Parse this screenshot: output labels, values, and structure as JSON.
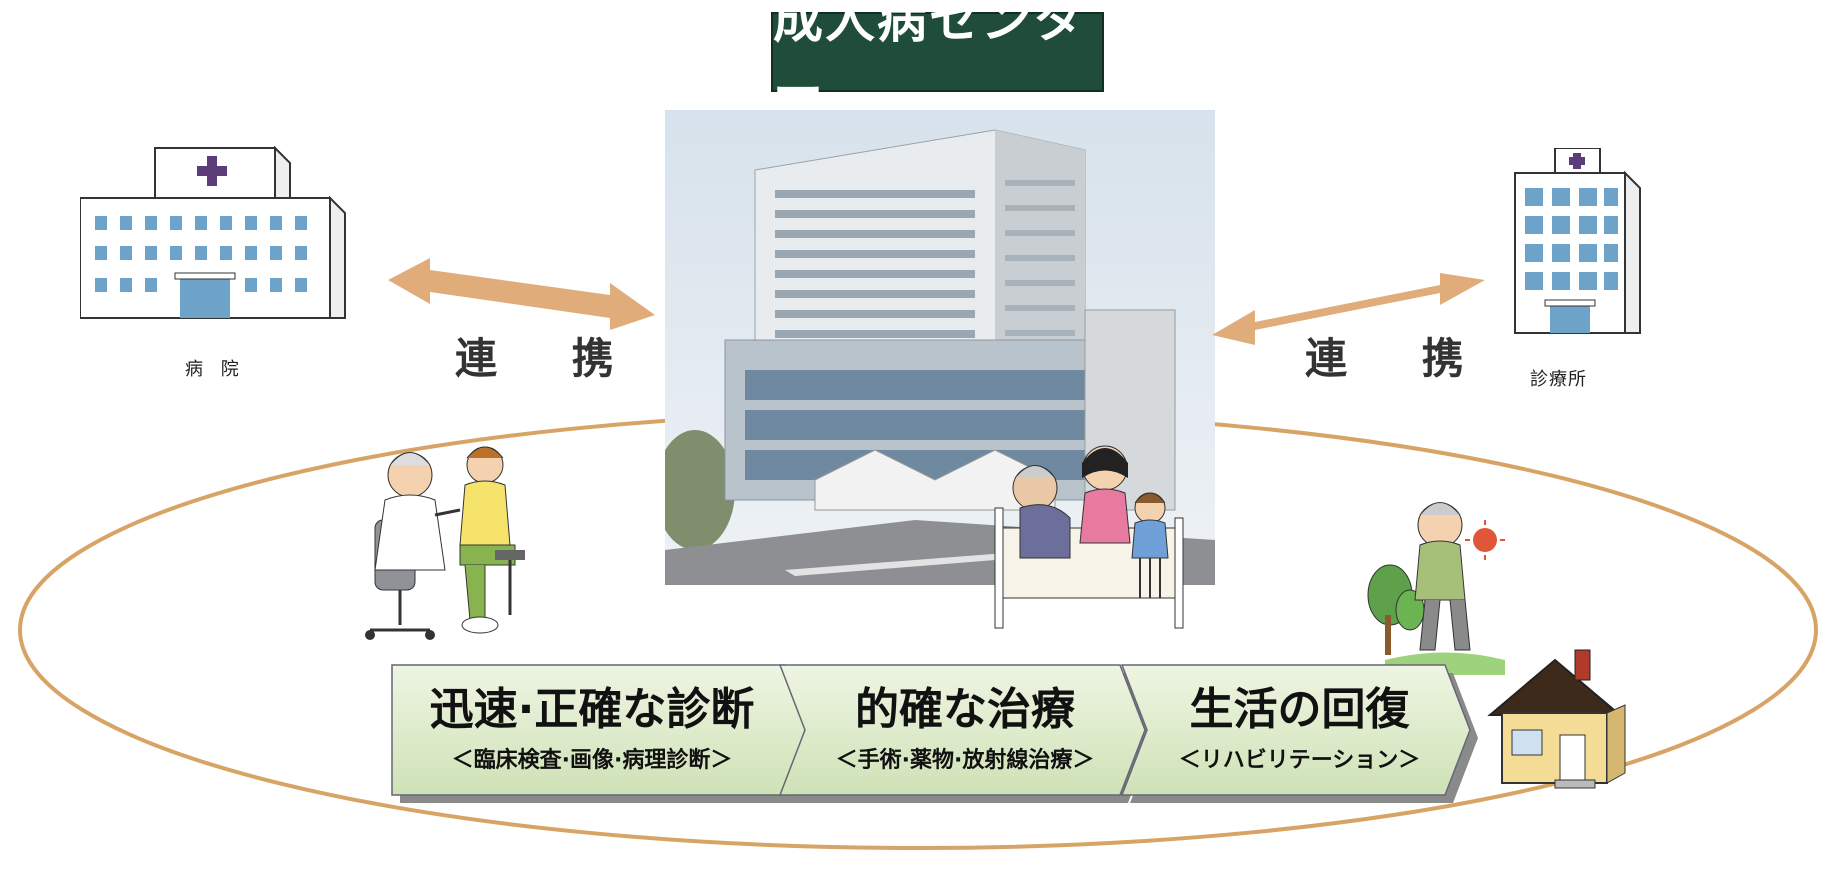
{
  "title": "成人病センター",
  "left_facility": {
    "label": "病 院",
    "icon": "hospital-icon"
  },
  "right_facility": {
    "label": "診療所",
    "icon": "clinic-icon"
  },
  "left_link_label": "連 携",
  "right_link_label": "連 携",
  "steps": [
    {
      "title": "迅速·正確な診断",
      "subtitle": "＜臨床検査·画像·病理診断＞"
    },
    {
      "title": "的確な治療",
      "subtitle": "＜手術·薬物·放射線治療＞"
    },
    {
      "title": "生活の回復",
      "subtitle": "＜リハビリテーション＞"
    }
  ],
  "colors": {
    "banner": "#1f4d39",
    "arrow": "#e0ac7a",
    "ellipse": "#d7a466",
    "step_fill": "#dfeccd",
    "window": "#6ea3c9"
  },
  "illustrations": [
    "center-building-photo",
    "doctor-patient-icon",
    "bedside-family-icon",
    "exercising-elder-icon",
    "house-icon",
    "tree-icon",
    "sun-icon"
  ]
}
